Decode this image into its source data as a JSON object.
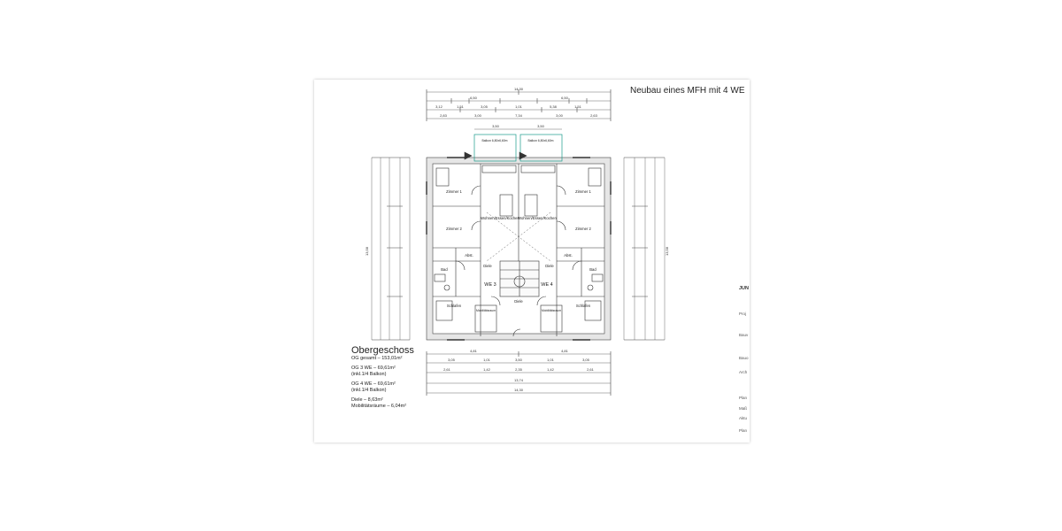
{
  "title": "Neubau eines MFH mit 4 WE",
  "floor": {
    "name": "Obergeschoss",
    "total": "OG gesamt – 153,01m²",
    "units": [
      {
        "area": "OG 3 WE – 69,61m²",
        "note": "(inkl.1/4  Balkon)"
      },
      {
        "area": "OG 4 WE – 69,61m²",
        "note": "(inkl.1/4  Balkon)"
      }
    ],
    "extras": [
      "Diele – 8,63m²",
      "Mobilitätsräume – 6,04m²"
    ]
  },
  "rooms": {
    "zimmer1_l": "Zimmer 1",
    "zimmer2_l": "Zimmer 2",
    "zimmer1_r": "Zimmer 1",
    "zimmer2_r": "Zimmer 2",
    "wohn_l": "Wohnen/Essen/Kochen",
    "wohn_r": "Wohnen/Essen/Kochen",
    "abst_l": "Abst.",
    "abst_r": "Abst.",
    "bad_l": "Bad",
    "bad_r": "Bad",
    "diele_l": "Diele",
    "diele_r": "Diele",
    "diele_c": "Diele",
    "schlafen_l": "Schlafen",
    "schlafen_r": "Schlafen",
    "mob_l": "Mobilitätsraum",
    "mob_r": "Mobilitätsraum",
    "balkon_l": "Balkon 6,80x6,60m",
    "balkon_r": "Balkon 6,80x6,60m",
    "we3": "WE 3",
    "we4": "WE 4"
  },
  "dims": {
    "overall": "14,30",
    "top_half_l": "6,50",
    "top_half_r": "6,50",
    "top_row1": [
      "3,12",
      "1,51",
      "3,05",
      "1,01",
      "5,38",
      "1,51"
    ],
    "top_row2": [
      "2,83",
      "3,00",
      "7,34",
      "3,00",
      "2,63"
    ],
    "balcony": "3,50",
    "side": "13,58",
    "bottom_half_l": "4,81",
    "bottom_half_r": "4,81",
    "bottom_row1": [
      "3,05",
      "1,01",
      "3,50",
      "1,01",
      "3,05"
    ],
    "bottom_row2": [
      "2,61",
      "1,42",
      "2,35",
      "1,42",
      "2,61"
    ],
    "bottom_inner": "13,74"
  },
  "right_strip": {
    "header": "JUN",
    "labels": [
      "Proj",
      "Bauv",
      "Bauo",
      "Arch",
      "Plan",
      "Maß",
      "Aktu",
      "Plan"
    ]
  }
}
